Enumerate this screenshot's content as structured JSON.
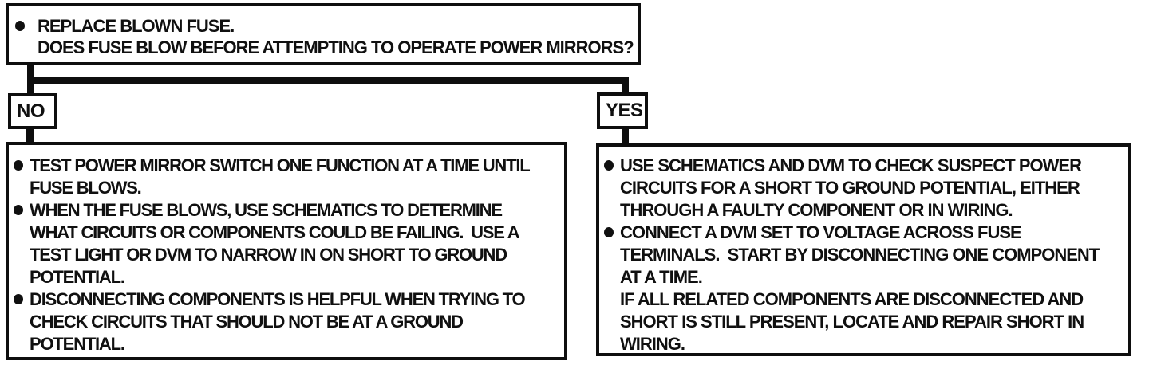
{
  "flowchart": {
    "ink_color": "#101010",
    "paper_color": "#ffffff",
    "root": {
      "text": "REPLACE BLOWN FUSE.\nDOES FUSE BLOW BEFORE ATTEMPTING TO OPERATE POWER MIRRORS?"
    },
    "no_label": "NO",
    "yes_label": "YES",
    "no_branch": {
      "bullets": [
        "TEST POWER MIRROR SWITCH ONE FUNCTION AT A TIME UNTIL\nFUSE BLOWS.",
        "WHEN THE FUSE BLOWS, USE SCHEMATICS TO DETERMINE\nWHAT CIRCUITS OR COMPONENTS COULD BE FAILING.  USE A\nTEST LIGHT OR DVM TO NARROW IN ON SHORT TO GROUND\nPOTENTIAL.",
        "DISCONNECTING COMPONENTS IS HELPFUL WHEN TRYING TO\nCHECK CIRCUITS THAT SHOULD NOT BE AT A GROUND\nPOTENTIAL."
      ]
    },
    "yes_branch": {
      "bullets": [
        "USE SCHEMATICS AND DVM TO CHECK SUSPECT POWER\nCIRCUITS FOR A SHORT TO GROUND POTENTIAL, EITHER\nTHROUGH A FAULTY COMPONENT OR IN WIRING.",
        "CONNECT A DVM SET TO VOLTAGE ACROSS FUSE\nTERMINALS.  START BY DISCONNECTING ONE COMPONENT\nAT A TIME.\nIF ALL RELATED COMPONENTS ARE DISCONNECTED AND\nSHORT IS STILL PRESENT, LOCATE AND REPAIR SHORT IN\nWIRING."
      ]
    }
  }
}
